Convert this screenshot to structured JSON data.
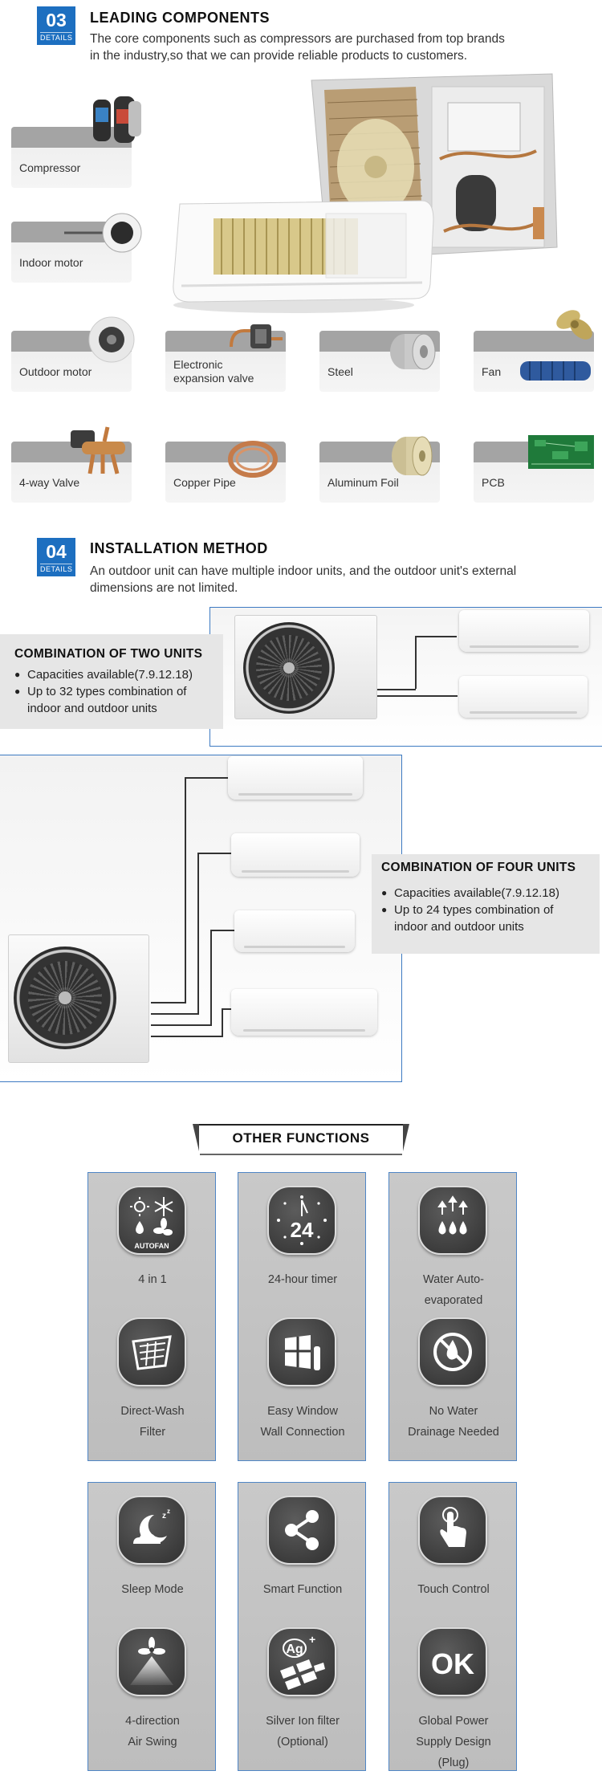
{
  "section03": {
    "number": "03",
    "badge": "DETAILS",
    "title": "LEADING COMPONENTS",
    "desc1": "The core components such as compressors are purchased from top brands",
    "desc2": "in the industry,so that we can provide reliable products to customers."
  },
  "components": {
    "compressor": "Compressor",
    "indoor_motor": "Indoor motor",
    "outdoor_motor": "Outdoor motor",
    "eev_line1": "Electronic",
    "eev_line2": "expansion valve",
    "steel": "Steel",
    "fan": "Fan",
    "valve": "4-way Valve",
    "copper": "Copper Pipe",
    "foil": "Aluminum Foil",
    "pcb": "PCB"
  },
  "section04": {
    "number": "04",
    "badge": "DETAILS",
    "title": "INSTALLATION METHOD",
    "desc1": "An outdoor unit can have multiple indoor units, and the outdoor unit's external",
    "desc2": "dimensions are not limited."
  },
  "combo_two": {
    "title": "COMBINATION OF TWO UNITS",
    "item1": "Capacities available(7.9.12.18)",
    "item2a": "Up to 32 types combination of",
    "item2b": "indoor and outdoor units"
  },
  "combo_four": {
    "title": "COMBINATION OF FOUR UNITS",
    "item1": "Capacities available(7.9.12.18)",
    "item2a": "Up to 24 types combination of",
    "item2b": "indoor and outdoor units"
  },
  "other_functions": {
    "title": "OTHER FUNCTIONS",
    "autofan": "AUTOFAN",
    "timer_number": "24",
    "ag_text": "Ag",
    "ok_text": "OK",
    "f1": "4 in 1",
    "f2": "24-hour timer",
    "f3a": "Water Auto-",
    "f3b": "evaporated",
    "f4a": "Direct-Wash",
    "f4b": "Filter",
    "f5a": "Easy Window",
    "f5b": "Wall Connection",
    "f6a": "No Water",
    "f6b": "Drainage Needed",
    "f7": "Sleep Mode",
    "f8": "Smart Function",
    "f9": "Touch Control",
    "f10a": "4-direction",
    "f10b": "Air Swing",
    "f11a": "Silver Ion filter",
    "f11b": "(Optional)",
    "f12a": "Global Power",
    "f12b": "Supply Design",
    "f12c": "(Plug)"
  }
}
